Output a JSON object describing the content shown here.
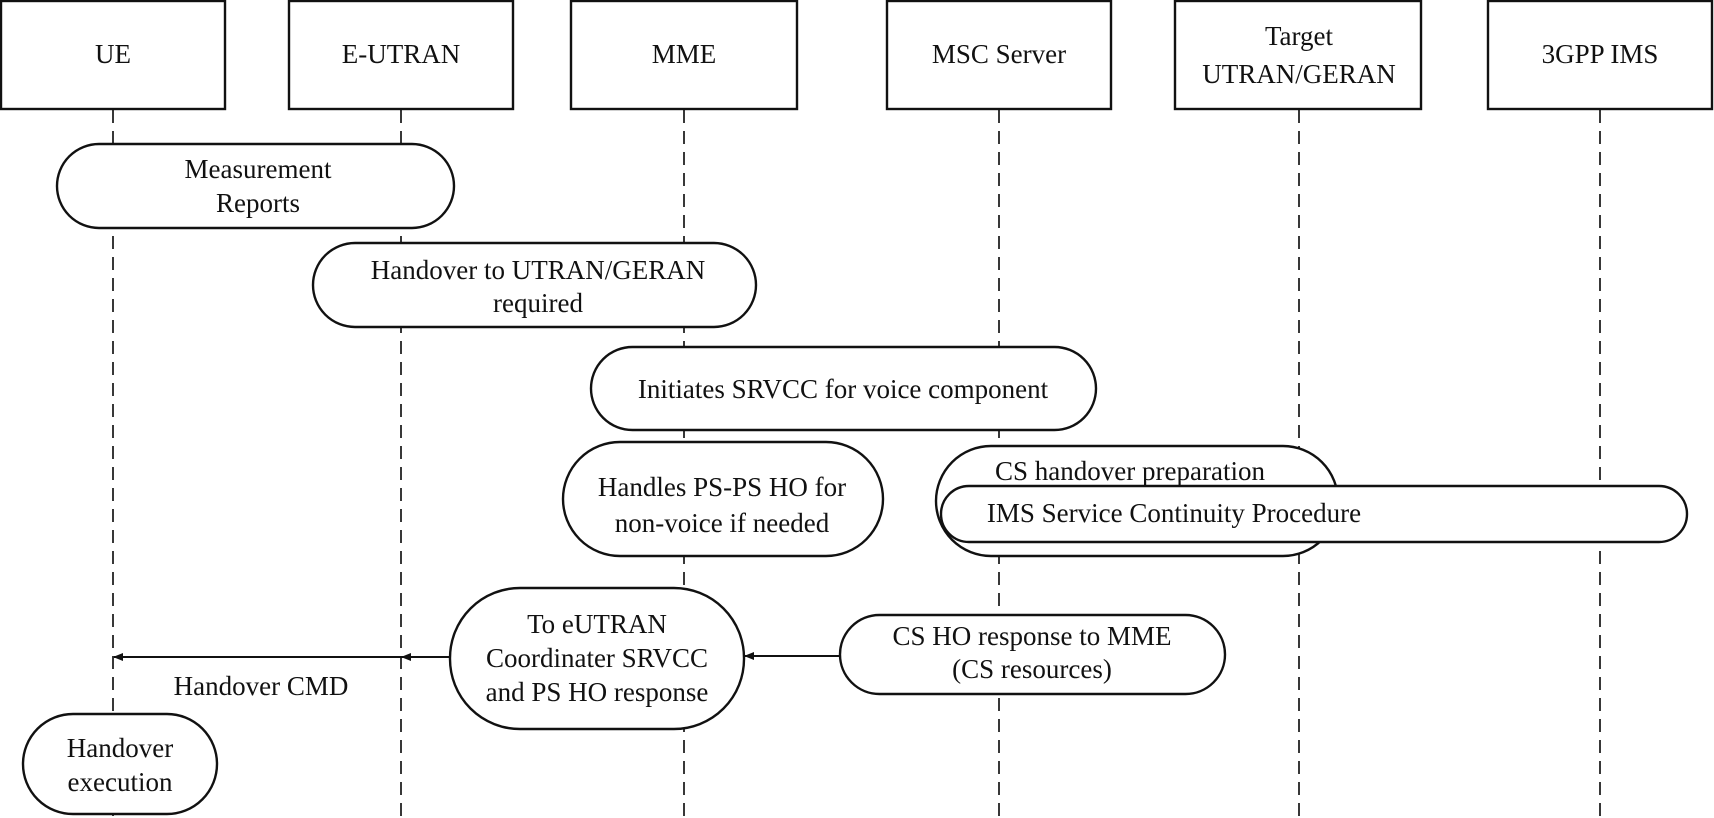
{
  "entities": [
    {
      "id": "ue",
      "lines": [
        "UE"
      ]
    },
    {
      "id": "e-utran",
      "lines": [
        "E-UTRAN"
      ]
    },
    {
      "id": "mme",
      "lines": [
        "MME"
      ]
    },
    {
      "id": "msc-server",
      "lines": [
        "MSC Server"
      ]
    },
    {
      "id": "target-utran-geran",
      "lines": [
        "Target",
        "UTRAN/GERAN"
      ]
    },
    {
      "id": "3gpp-ims",
      "lines": [
        "3GPP IMS"
      ]
    }
  ],
  "steps": [
    {
      "id": "measurement-reports",
      "lines": [
        "Measurement",
        "Reports"
      ]
    },
    {
      "id": "handover-required",
      "lines": [
        "Handover to UTRAN/GERAN",
        "required"
      ]
    },
    {
      "id": "initiates-srvcc",
      "lines": [
        "Initiates SRVCC for voice component"
      ]
    },
    {
      "id": "handles-ps-ps-ho",
      "lines": [
        "Handles PS-PS HO for",
        "non-voice if needed"
      ]
    },
    {
      "id": "cs-handover-preparation",
      "lines": [
        "CS handover preparation"
      ]
    },
    {
      "id": "ims-service-continuity",
      "lines": [
        "IMS Service Continuity Procedure"
      ]
    },
    {
      "id": "to-eutran-coordinater",
      "lines": [
        "To eUTRAN",
        "Coordinater SRVCC",
        "and PS HO response"
      ]
    },
    {
      "id": "cs-ho-response",
      "lines": [
        "CS HO response to MME",
        "(CS resources)"
      ]
    },
    {
      "id": "handover-execution",
      "lines": [
        "Handover",
        "execution"
      ]
    }
  ],
  "messages": [
    {
      "id": "handover-cmd",
      "label": "Handover CMD"
    }
  ]
}
